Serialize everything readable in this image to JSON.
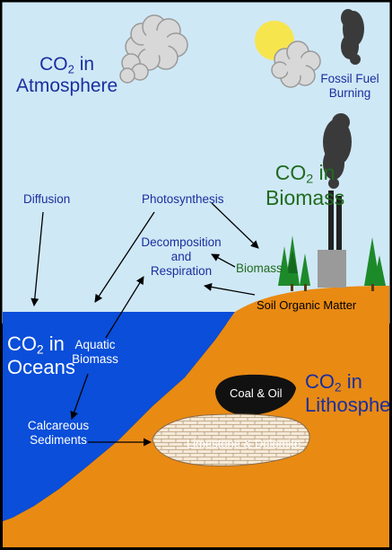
{
  "reservoirs": {
    "atmosphere": {
      "co2": "CO",
      "sub": "2",
      "in": " in",
      "name": "Atmosphere",
      "color": "#1a2f9e"
    },
    "biomass": {
      "co2": "CO",
      "sub": "2",
      "in": " in",
      "name": "Biomass",
      "color": "#1f6b1f"
    },
    "oceans": {
      "co2": "CO",
      "sub": "2",
      "in": " in",
      "name": "Oceans",
      "color": "#ffffff"
    },
    "lithosphere": {
      "co2": "CO",
      "sub": "2",
      "in": " in",
      "name": "Lithosphere",
      "color": "#1a2f9e"
    }
  },
  "processes": {
    "fossil_fuel_1": "Fossil Fuel",
    "fossil_fuel_2": "Burning",
    "diffusion": "Diffusion",
    "photosynthesis": "Photosynthesis",
    "decomposition_1": "Decomposition",
    "decomposition_2": "and",
    "decomposition_3": "Respiration",
    "biomass": "Biomass",
    "soil_organic_matter": "Soil Organic Matter",
    "aquatic_biomass_1": "Aquatic",
    "aquatic_biomass_2": "Biomass",
    "calcareous_1": "Calcareous",
    "calcareous_2": "Sediments",
    "coal_oil": "Coal & Oil",
    "limestone_dolomite": "Limestone & Dolomite"
  },
  "colors": {
    "sky": "#cfe8f6",
    "ocean": "#0a4ed9",
    "land": "#e98a13",
    "sun": "#f7e54e",
    "cloud": "#d8d8d8",
    "smoke": "#333333",
    "tree": "#1d8a2a",
    "factory": "#9a9a9a"
  }
}
